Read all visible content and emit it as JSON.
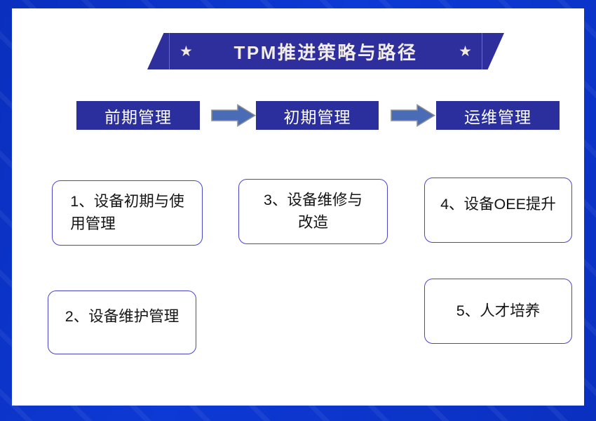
{
  "title": {
    "text": "TPM推进策略与路径",
    "left_star": "★",
    "right_star": "★",
    "banner_color": "#2e2f9c",
    "text_color": "#f2ede5"
  },
  "frame": {
    "border_color": "#0b35c8",
    "canvas_color": "#ffffff"
  },
  "stages": [
    {
      "label": "前期管理"
    },
    {
      "label": "初期管理"
    },
    {
      "label": "运维管理"
    }
  ],
  "arrows": [
    {
      "name": "stage-arrow-0",
      "fill": "#4a6bb5",
      "stroke": "#8a8a8a"
    },
    {
      "name": "stage-arrow-1",
      "fill": "#4a6bb5",
      "stroke": "#8a8a8a"
    }
  ],
  "cards": [
    {
      "id": "card-1",
      "number": "1",
      "text": "1、设备初期与使\n用管理",
      "stage": "前期管理"
    },
    {
      "id": "card-2",
      "number": "2",
      "text": "2、设备维护管理",
      "stage": "前期管理"
    },
    {
      "id": "card-3",
      "number": "3",
      "text": "3、设备维修与\n改造",
      "stage": "初期管理"
    },
    {
      "id": "card-4",
      "number": "4",
      "text": "4、设备OEE提升",
      "stage": "运维管理"
    },
    {
      "id": "card-5",
      "number": "5",
      "text": "5、人才培养",
      "stage": "运维管理"
    }
  ],
  "card_style": {
    "border_color": "#4b45c9",
    "text_color": "#141414"
  },
  "stage_style": {
    "box_color": "#2b2f9e",
    "text_color": "#ffffff"
  }
}
